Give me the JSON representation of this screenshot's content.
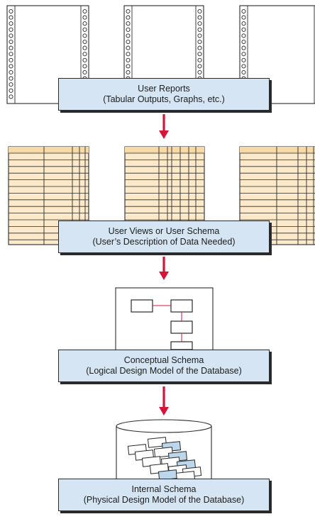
{
  "stages": [
    {
      "id": "user-reports",
      "title": "User Reports",
      "subtitle": "(Tabular Outputs, Graphs, etc.)"
    },
    {
      "id": "user-views",
      "title": "User Views or User Schema",
      "subtitle": "(User’s Description of Data Needed)"
    },
    {
      "id": "conceptual-schema",
      "title": "Conceptual Schema",
      "subtitle": "(Logical Design Model of the Database)"
    },
    {
      "id": "internal-schema",
      "title": "Internal Schema",
      "subtitle": "(Physical Design Model of the Database)"
    }
  ],
  "colors": {
    "box_fill": "#d5e5f3",
    "arrow": "#d6143a",
    "table_fill": "#fce9c9",
    "table_header": "#f5d9a7",
    "outline": "#2a2a2a",
    "cylinder_card_accent": "#bcd6ec"
  }
}
